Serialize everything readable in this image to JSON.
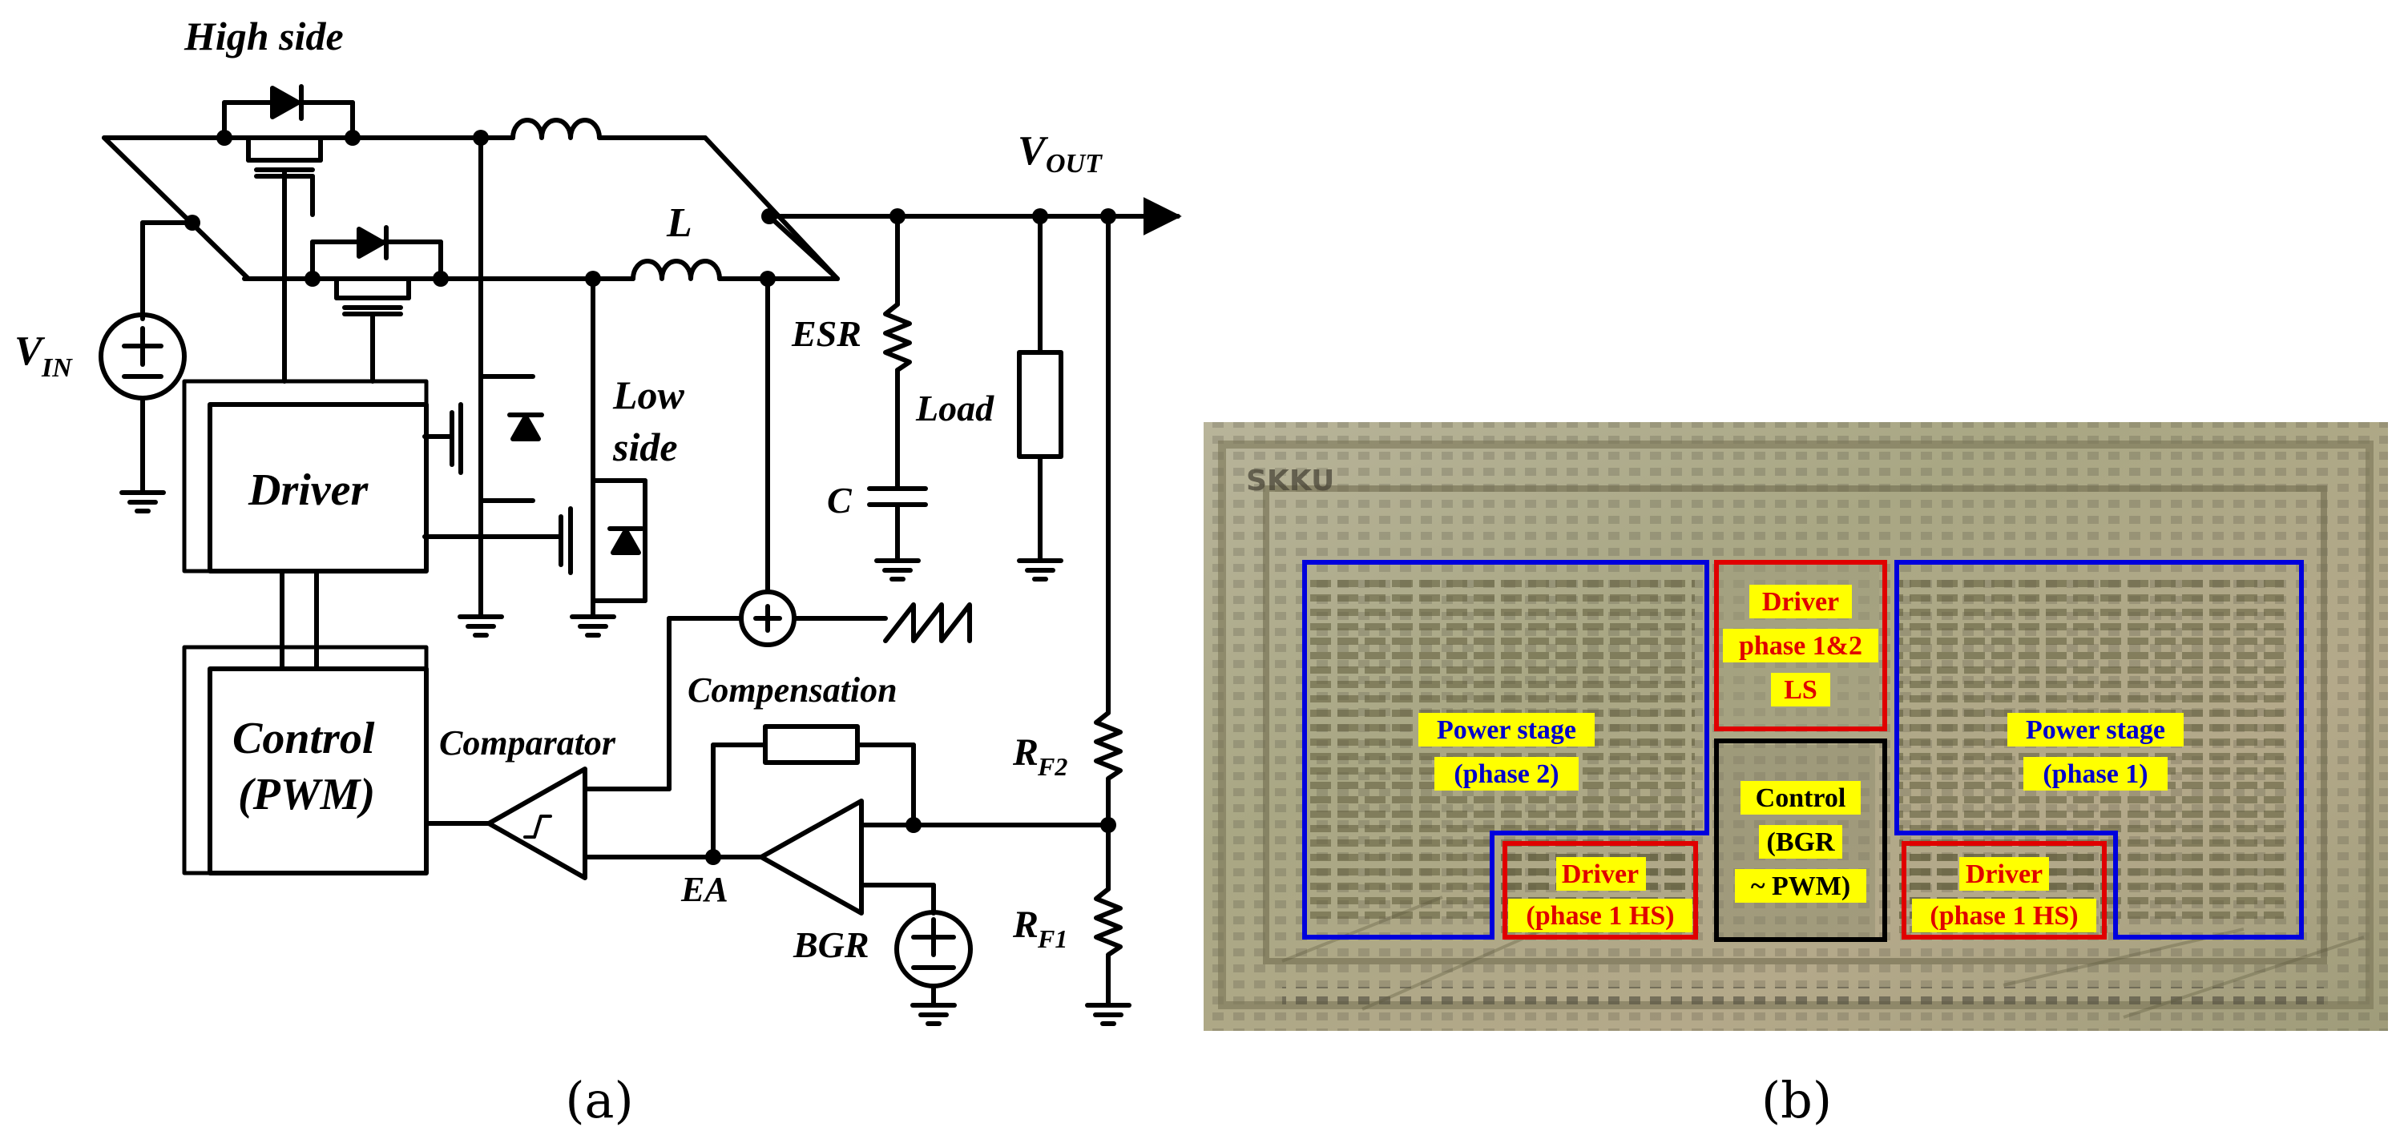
{
  "panel_a": {
    "caption": "(a)",
    "labels": {
      "high_side": "High side",
      "low_side_1": "Low",
      "low_side_2": "side",
      "vout": "V",
      "vout_sub": "OUT",
      "vin": "V",
      "vin_sub": "IN",
      "inductor": "L",
      "esr": "ESR",
      "load": "Load",
      "cap": "C",
      "driver": "Driver",
      "control_1": "Control",
      "control_2": "(PWM)",
      "comparator": "Comparator",
      "compensation": "Compensation",
      "ea": "EA",
      "bgr": "BGR",
      "rf2": "R",
      "rf2_sub": "F2",
      "rf1": "R",
      "rf1_sub": "F1"
    }
  },
  "panel_b": {
    "caption": "(b)",
    "chip_logo": "SKKU",
    "regions": {
      "power_stage_2": [
        "Power stage",
        "(phase 2)"
      ],
      "power_stage_1": [
        "Power stage",
        "(phase 1)"
      ],
      "driver_ls": [
        "Driver",
        "phase 1&2",
        "LS"
      ],
      "control": [
        "Control",
        "(BGR",
        "~ PWM)"
      ],
      "driver_hs_left": [
        "Driver",
        "(phase 1 HS)"
      ],
      "driver_hs_right": [
        "Driver",
        "(phase 1 HS)"
      ]
    },
    "colors": {
      "power_stage": "#0000dd",
      "driver": "#e00000",
      "control": "#000000",
      "highlight": "#ffff00"
    }
  }
}
